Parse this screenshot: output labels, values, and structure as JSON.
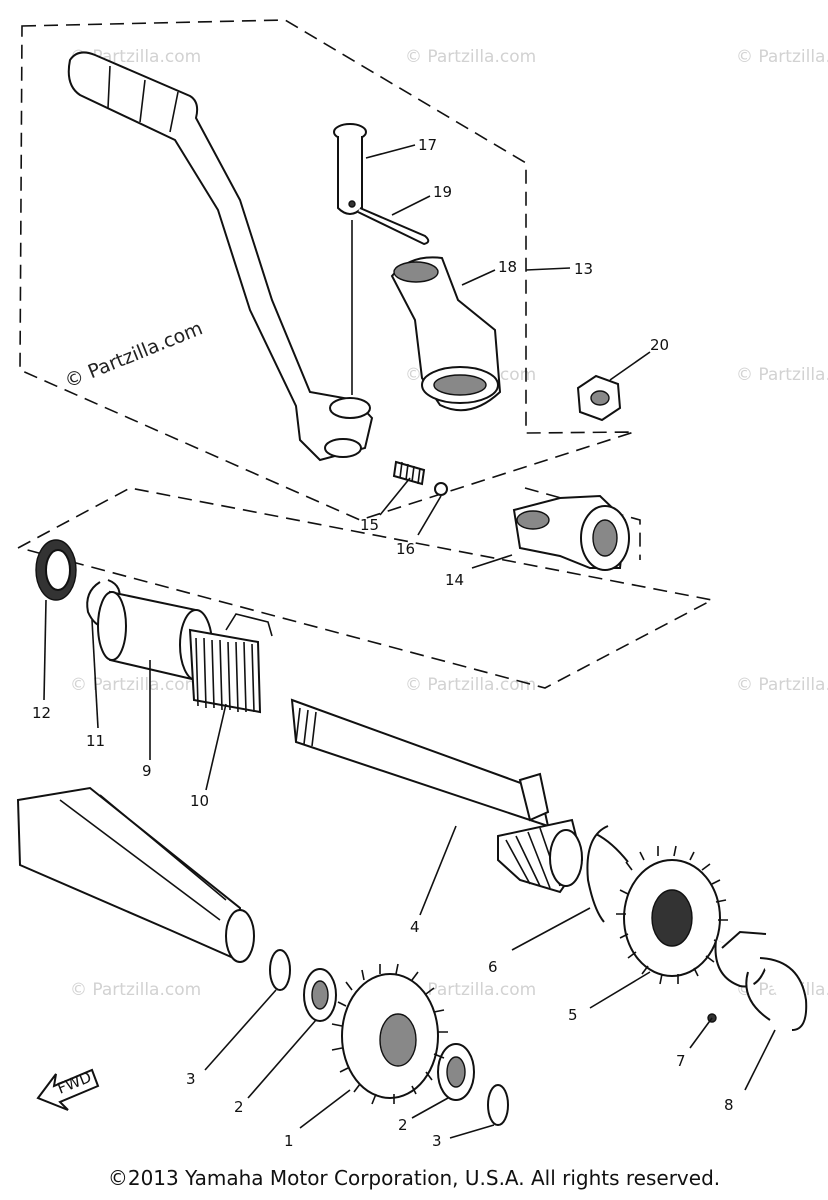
{
  "watermark": {
    "text": "© Partzilla.com",
    "main_text": "© Partzilla.com"
  },
  "callouts": {
    "p1": "1",
    "p2a": "2",
    "p2b": "2",
    "p3a": "3",
    "p3b": "3",
    "p4": "4",
    "p5": "5",
    "p6": "6",
    "p7": "7",
    "p8": "8",
    "p9": "9",
    "p10": "10",
    "p11": "11",
    "p12": "12",
    "p13": "13",
    "p14": "14",
    "p15": "15",
    "p16": "16",
    "p17": "17",
    "p18": "18",
    "p19": "19",
    "p20": "20"
  },
  "fwd_label": "FWD",
  "copyright": "©2013 Yamaha Motor Corporation, U.S.A. All rights reserved."
}
